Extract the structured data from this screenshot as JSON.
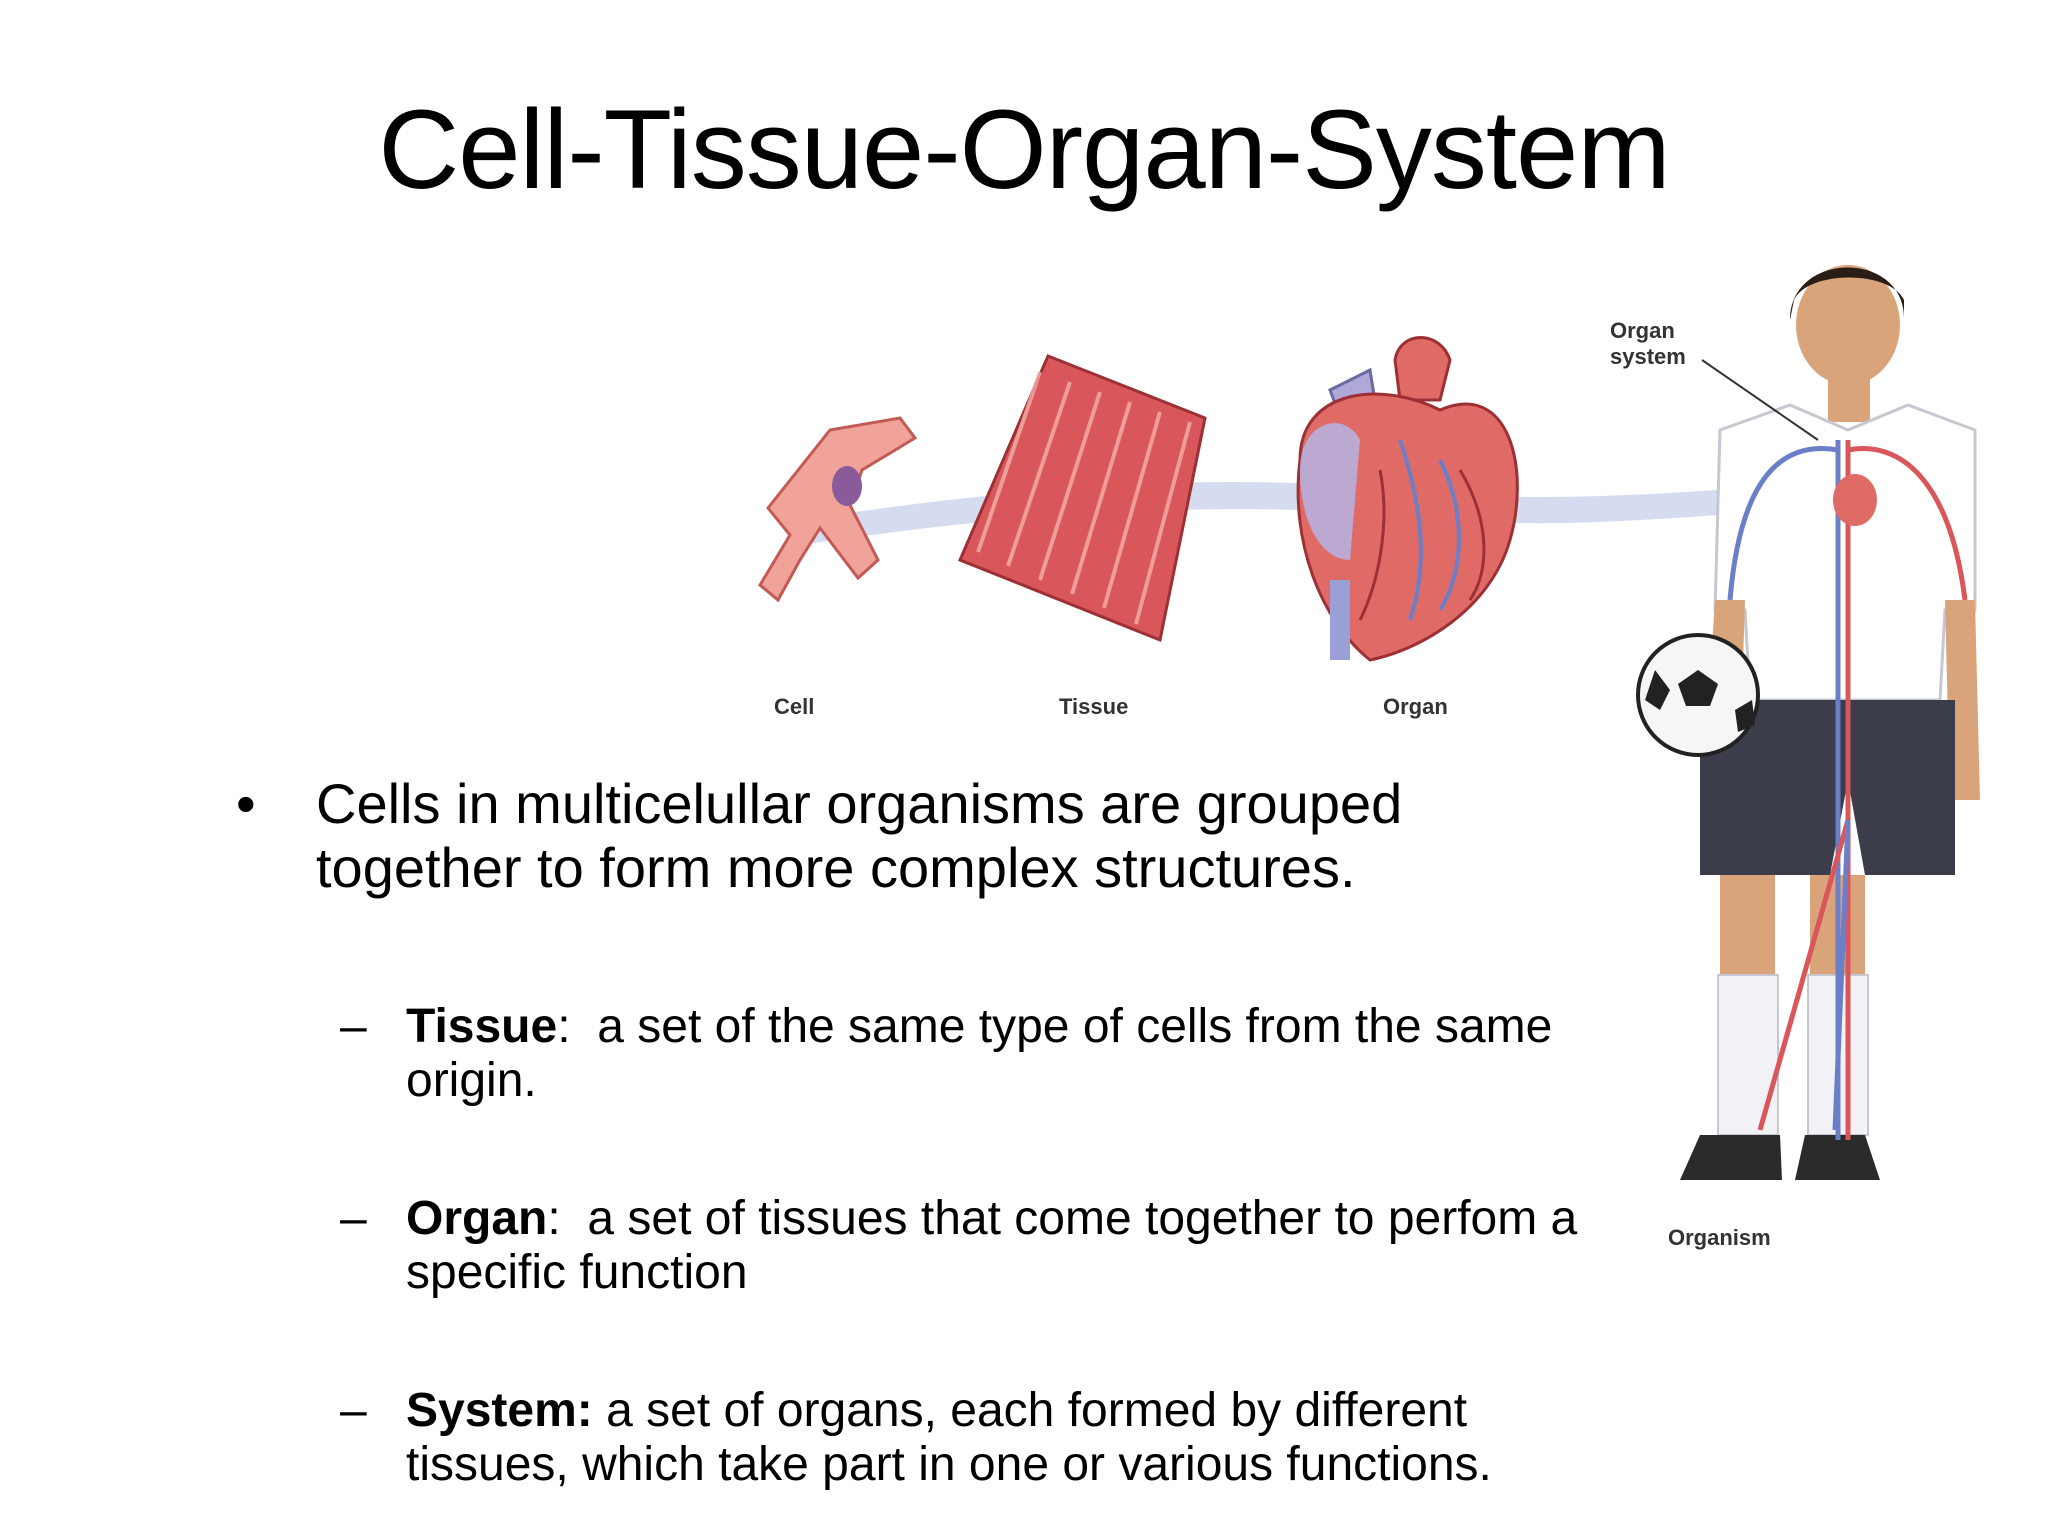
{
  "title": "Cell-Tissue-Organ-System",
  "figure": {
    "labels": {
      "cell": "Cell",
      "tissue": "Tissue",
      "organ": "Organ",
      "organ_system": "Organ system",
      "organism": "Organism"
    }
  },
  "bullets": {
    "main": {
      "marker": "•",
      "text": "Cells in multicelullar organisms are grouped together to form more complex structures."
    },
    "subs": [
      {
        "marker": "–",
        "term": "Tissue",
        "sep": ":",
        "text": "  a set of the same type of cells from the same origin."
      },
      {
        "marker": "–",
        "term": "Organ",
        "sep": ":",
        "text": "  a set of tissues that come together to perfom a specific function"
      },
      {
        "marker": "–",
        "term": "System:",
        "sep": "",
        "text": " a set of organs, each formed by different tissues, which take part in one or various functions."
      }
    ]
  },
  "colors": {
    "flow_band": "#cfd6ec",
    "tissue_red": "#d9575a",
    "heart_red": "#e06a66",
    "vein_blue": "#6b7fc9",
    "shorts": "#3b3d4a"
  }
}
